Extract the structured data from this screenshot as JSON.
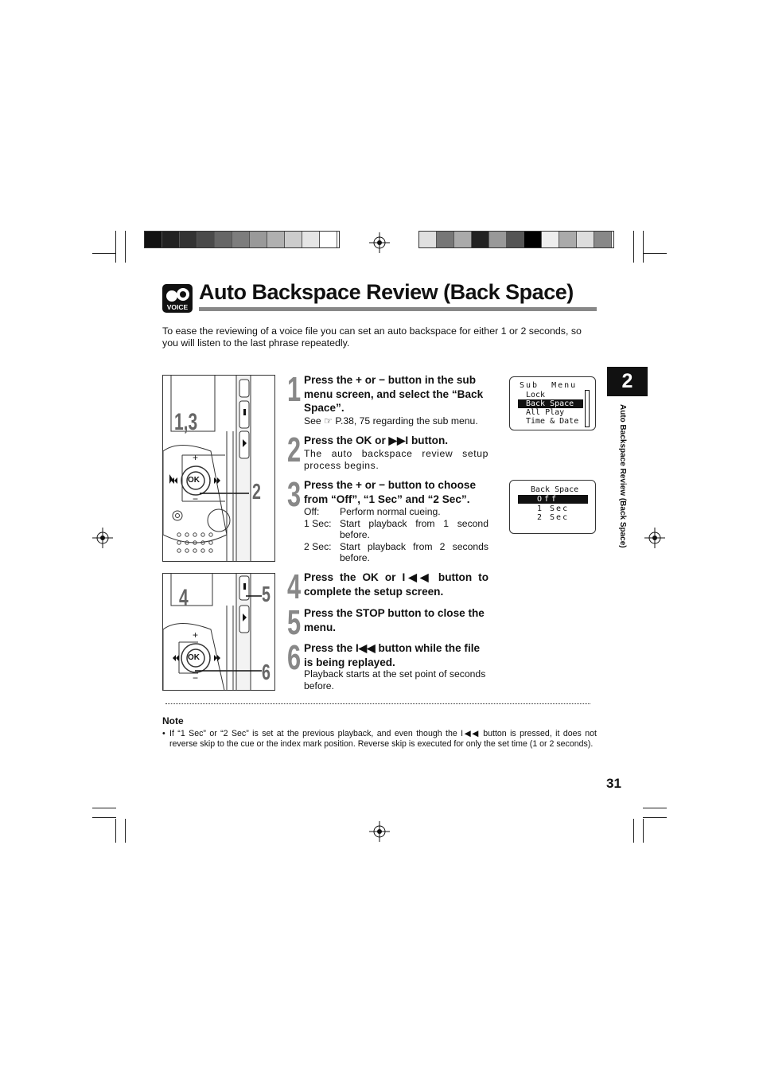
{
  "title": "Auto Backspace Review (Back Space)",
  "voice_icon_label": "VOICE",
  "intro": "To ease the reviewing of a voice file you can set an auto backspace for either 1 or 2 seconds, so you will listen to the last phrase repeatedly.",
  "chapter": "2",
  "side_label": "Auto Backspace Review (Back Space)",
  "page_number": "31",
  "figure_top": {
    "callout_1": "1,3",
    "callout_2": "2",
    "ok_label": "OK",
    "plus": "+",
    "minus": "−"
  },
  "figure_bottom": {
    "callout_4": "4",
    "callout_5": "5",
    "callout_6": "6",
    "ok_label": "OK",
    "plus": "+",
    "minus": "−"
  },
  "steps": [
    {
      "num": "1",
      "title": "Press the + or − button in the sub menu screen, and select the “Back Space”.",
      "body": "See ☞ P.38, 75 regarding the sub menu."
    },
    {
      "num": "2",
      "title": "Press the OK or ▶▶I button.",
      "body": "The auto backspace review setup process begins."
    },
    {
      "num": "3",
      "title": "Press the + or − button to choose from “Off”, “1 Sec” and “2 Sec”.",
      "options": [
        {
          "key": "Off:",
          "value": "Perform normal cueing."
        },
        {
          "key": "1 Sec:",
          "value": "Start playback from 1 second before."
        },
        {
          "key": "2 Sec:",
          "value": "Start playback from 2 seconds before."
        }
      ]
    },
    {
      "num": "4",
      "title": "Press the OK or I◀◀ button to complete the setup screen."
    },
    {
      "num": "5",
      "title": "Press the STOP button to close the menu."
    },
    {
      "num": "6",
      "title": "Press the I◀◀ button while the file is being replayed.",
      "body": "Playback starts at the set point of seconds before."
    }
  ],
  "lcd_submenu": {
    "header": "Sub  Menu",
    "items": [
      "Lock",
      "Back Space",
      "All Play",
      "Time & Date"
    ],
    "selected": "Back Space"
  },
  "lcd_backspace": {
    "header": "Back Space",
    "items": [
      "Off",
      "1 Sec",
      "2 Sec"
    ],
    "selected": "Off"
  },
  "note_heading": "Note",
  "note": "If “1 Sec” or “2 Sec” is set at the previous playback, and even though the I◀◀  button is pressed, it does not reverse skip to the cue or the index mark position. Reverse skip is executed for only the set time (1 or 2 seconds).",
  "colors": {
    "colorbar_left": [
      "#111111",
      "#222222",
      "#333333",
      "#4a4a4a",
      "#666666",
      "#7d7d7d",
      "#999999",
      "#b0b0b0",
      "#cccccc",
      "#e5e5e5",
      "#ffffff"
    ],
    "colorbar_right": [
      "#e0e0e0",
      "#777777",
      "#aaaaaa",
      "#222222",
      "#999999",
      "#555555",
      "#000000",
      "#eeeeee",
      "#aaaaaa",
      "#dddddd",
      "#888888"
    ]
  }
}
